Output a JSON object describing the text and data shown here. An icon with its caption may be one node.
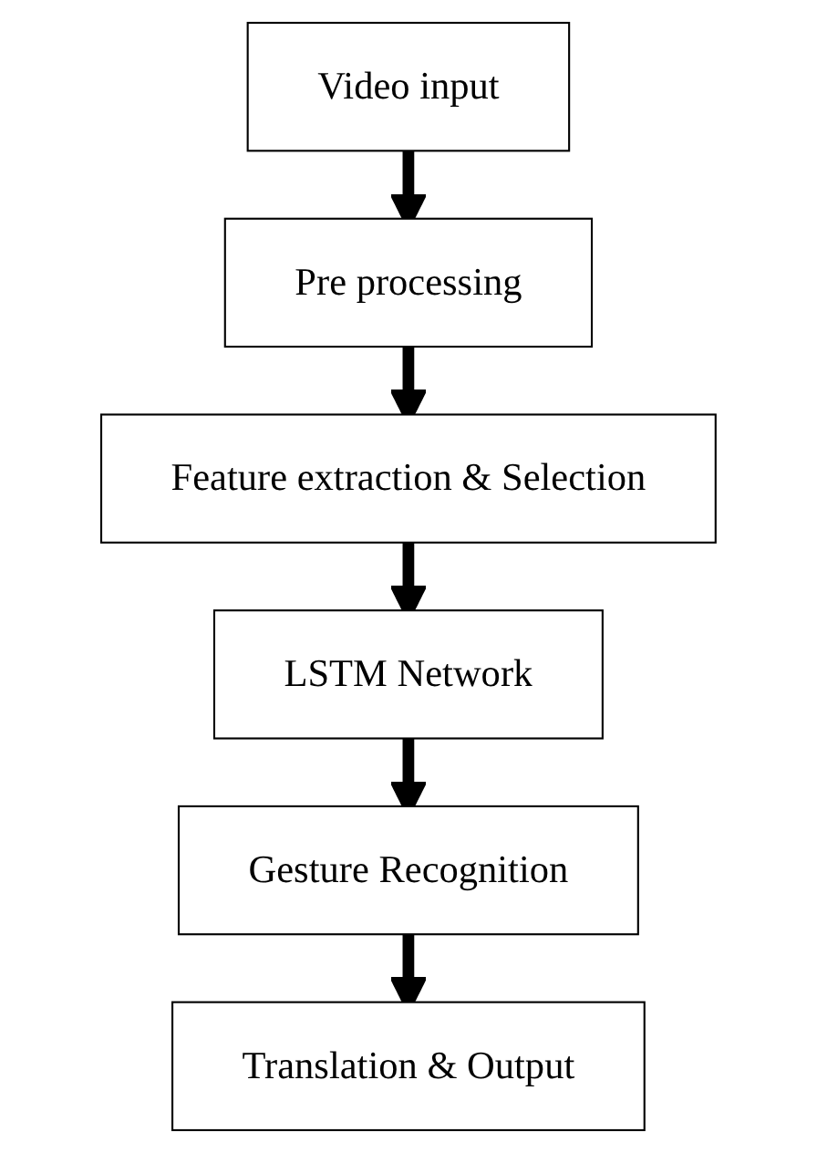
{
  "diagram": {
    "nodes": [
      {
        "text": [
          "Video input"
        ]
      },
      {
        "text": [
          "Pre processing"
        ]
      },
      {
        "text": [
          "Feature extraction & Selection"
        ]
      },
      {
        "text": [
          "LSTM Network"
        ]
      },
      {
        "text": [
          "Gesture Recognition"
        ]
      },
      {
        "text": [
          "Translation & Output"
        ]
      }
    ],
    "edges": [
      {
        "from": 0,
        "to": 1,
        "arrow": "to"
      },
      {
        "from": 1,
        "to": 2,
        "arrow": "to"
      },
      {
        "from": 2,
        "to": 3,
        "arrow": "to"
      },
      {
        "from": 3,
        "to": 4,
        "arrow": "to"
      },
      {
        "from": 4,
        "to": 5,
        "arrow": "to"
      }
    ]
  }
}
